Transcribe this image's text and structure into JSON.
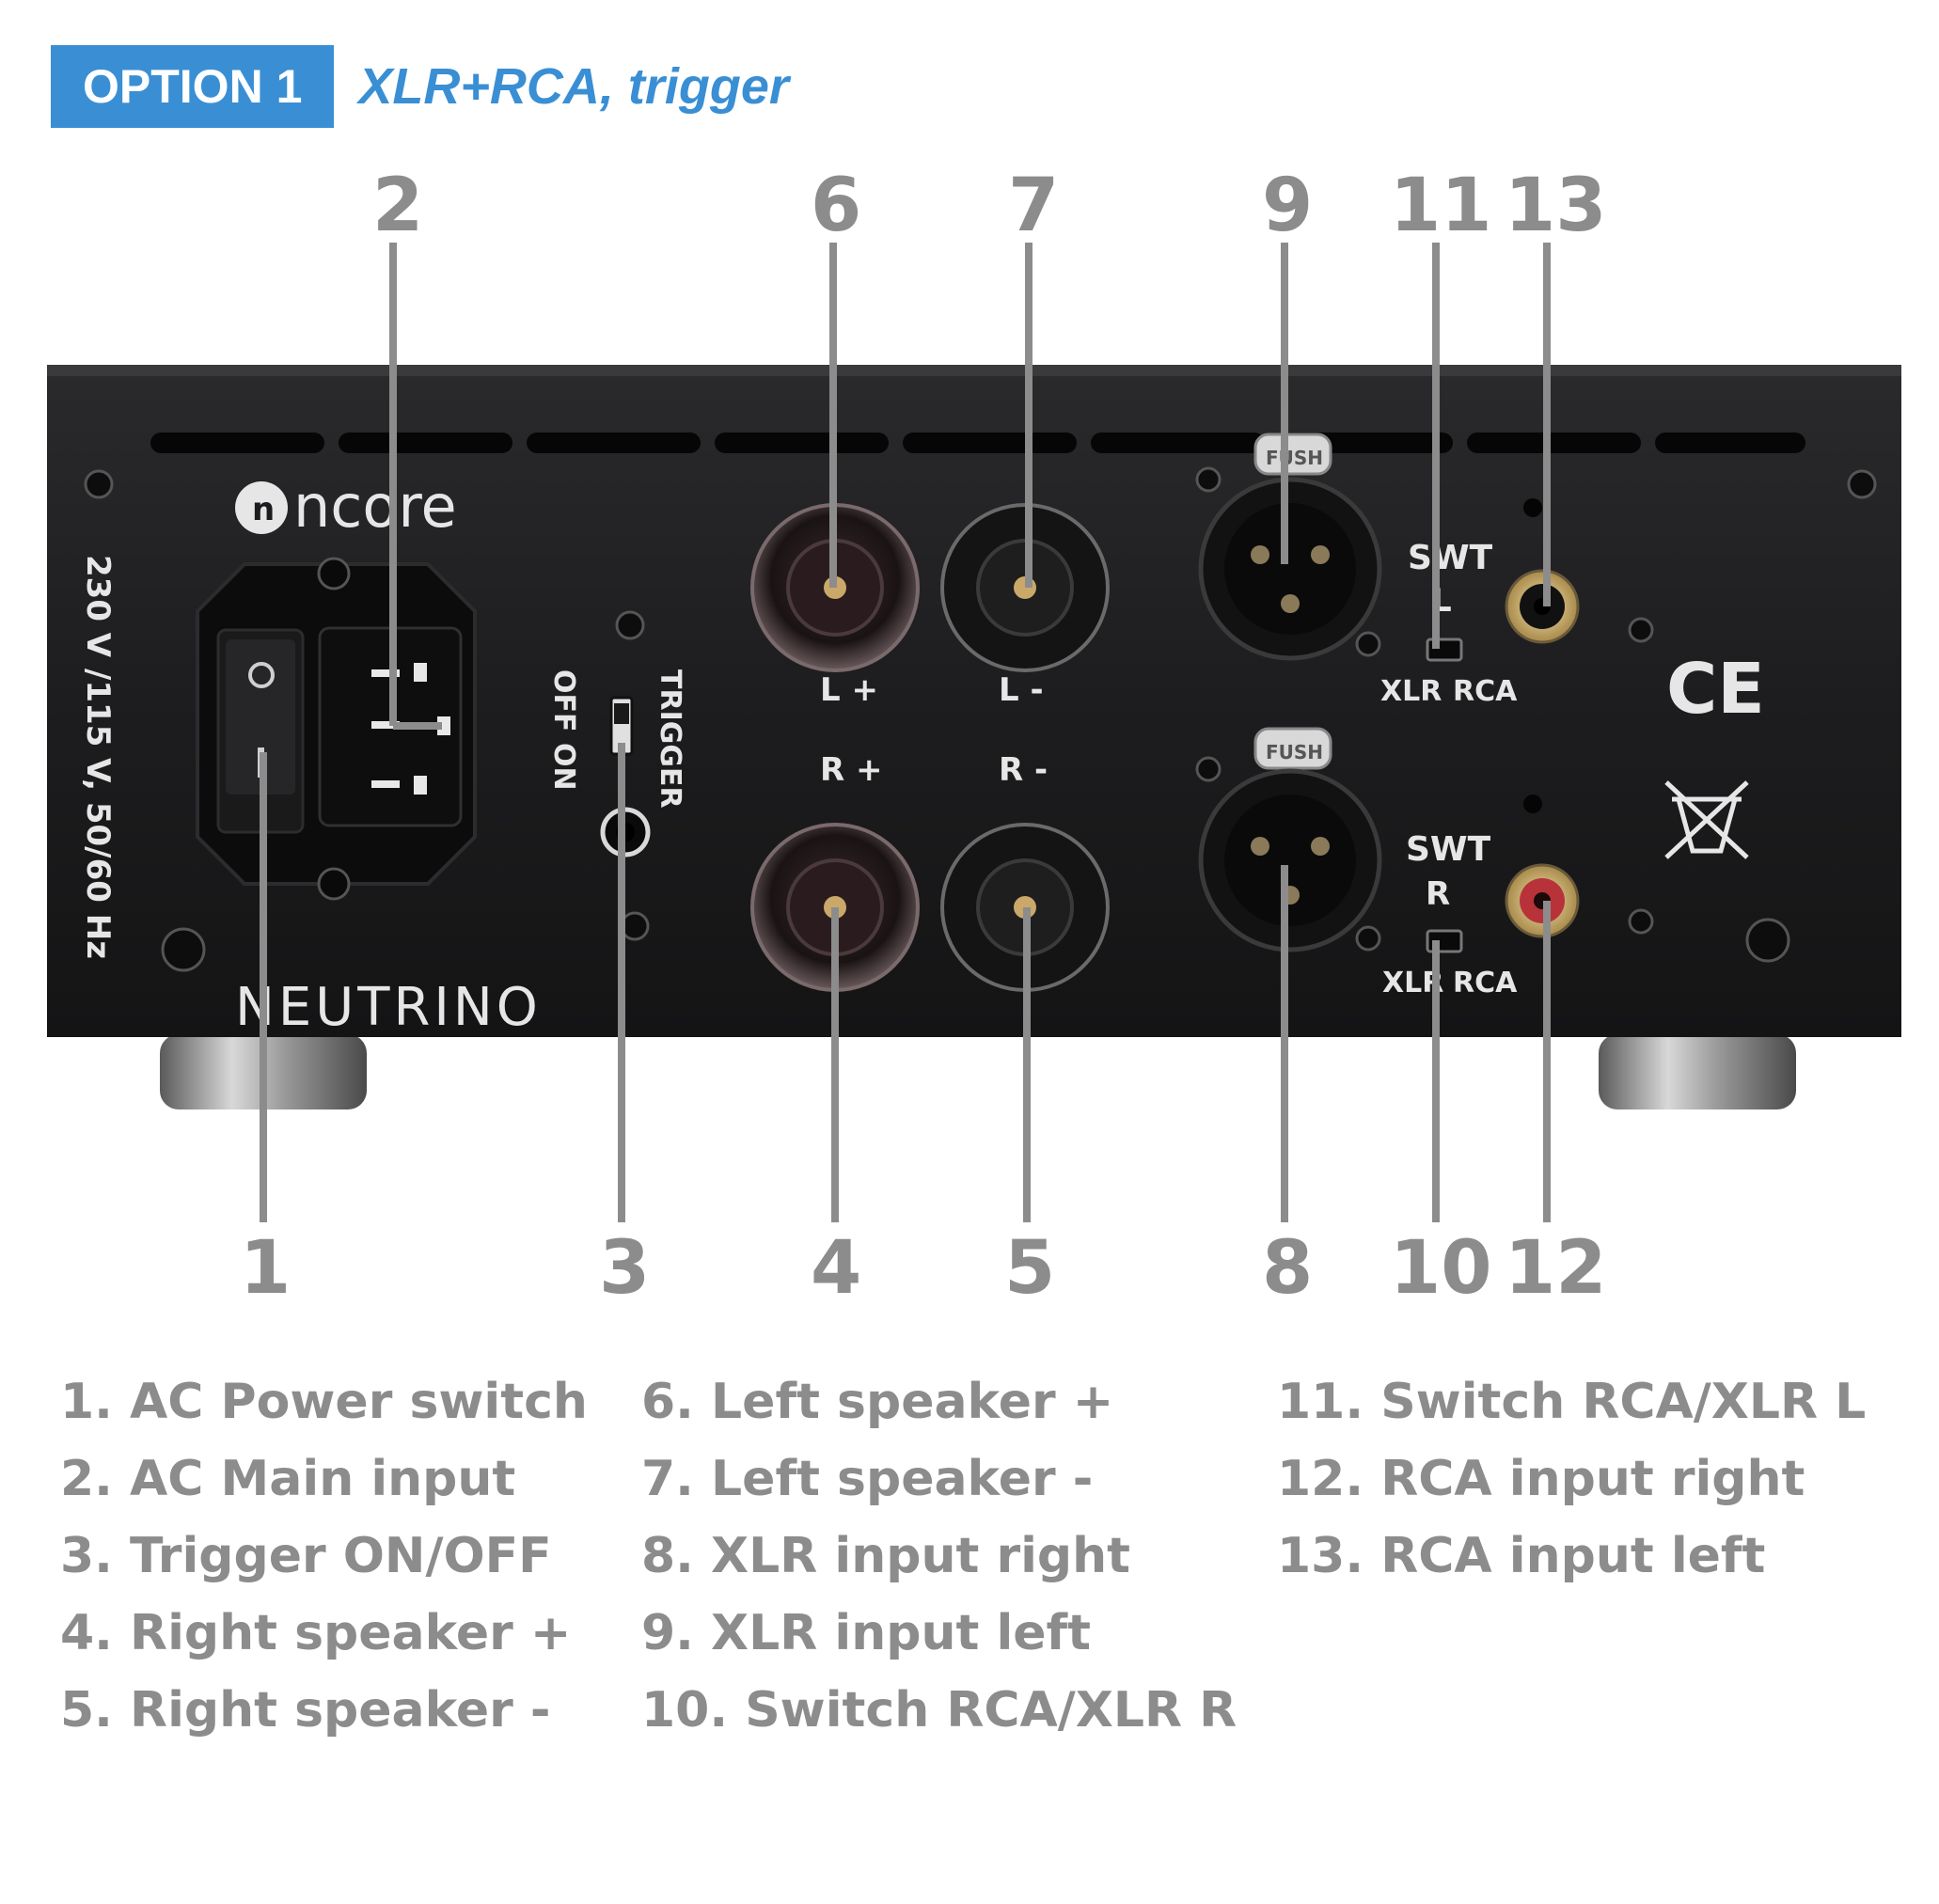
{
  "header": {
    "option_label": "OPTION 1",
    "subtitle": "XLR+RCA, trigger"
  },
  "colors": {
    "accent": "#3a8fd4",
    "callout_gray": "#8c8c8c",
    "chassis": "#1c1c1e"
  },
  "device": {
    "brand_logo": "ncore",
    "model_name": "NEUTRINO",
    "voltage_label": "230 V /115 V, 50/60 Hz",
    "trigger_label": "TRIGGER",
    "off_label": "OFF",
    "on_label": "ON",
    "l_plus": "L +",
    "l_minus": "L -",
    "r_plus": "R +",
    "r_minus": "R -",
    "swt_top": "SWT",
    "swt_top_sub": "L",
    "swt_bottom": "SWT",
    "swt_bottom_sub": "R",
    "xlr_top": "XLR",
    "rca_top": "RCA",
    "xlr_bottom": "XLR",
    "rca_bottom": "RCA",
    "xlr_brand": "FUSH",
    "ce_mark": "CE"
  },
  "callouts": {
    "top": [
      "2",
      "6",
      "7",
      "9",
      "11",
      "13"
    ],
    "bottom": [
      "1",
      "3",
      "4",
      "5",
      "8",
      "10",
      "12"
    ]
  },
  "legend": {
    "col1": [
      "1. AC Power switch",
      "2. AC Main input",
      "3. Trigger ON/OFF",
      "4. Right speaker +",
      "5. Right speaker -"
    ],
    "col2": [
      "6. Left speaker +",
      "7. Left speaker -",
      "8. XLR input right",
      "9. XLR input left",
      "10. Switch RCA/XLR R"
    ],
    "col3": [
      "11. Switch RCA/XLR L",
      "12. RCA input right",
      "13. RCA input left"
    ]
  }
}
